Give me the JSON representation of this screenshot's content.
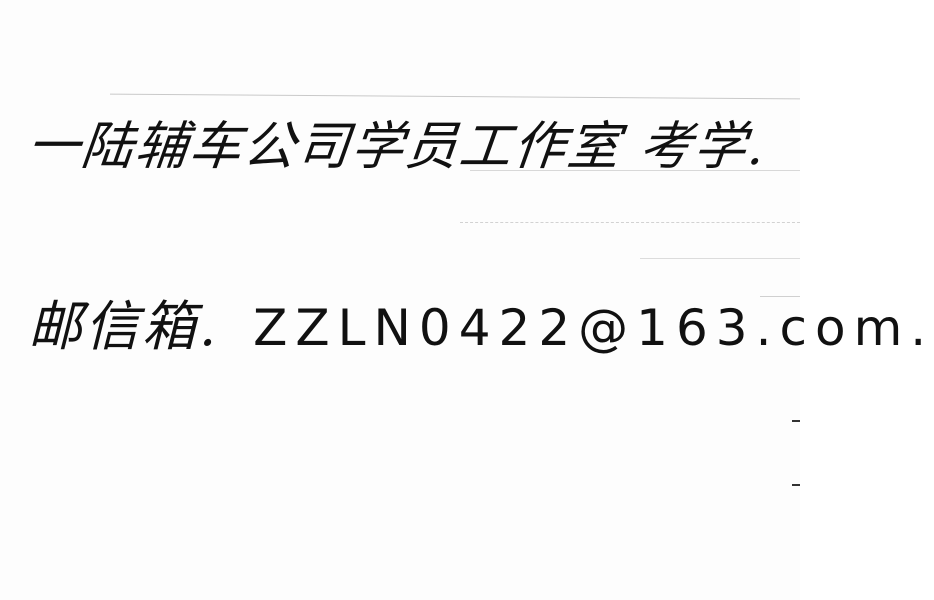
{
  "note": {
    "line1": "一陆辅车公司学员工作室 考学.",
    "line2_label": "邮信箱.",
    "line2_email": "ZZLN0422@163.com."
  },
  "colors": {
    "ink": "#111111",
    "paper": "#fdfdfd",
    "rule": "#c9c9c9"
  }
}
